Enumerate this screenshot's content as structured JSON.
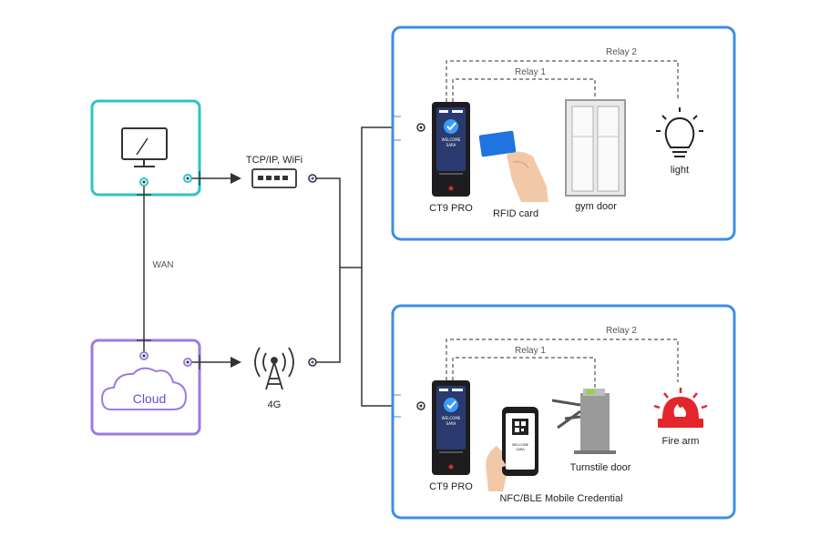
{
  "labels": {
    "router": "TCP/IP, WiFi",
    "wan": "WAN",
    "cloud": "Cloud",
    "tower": "4G",
    "relay2_top": "Relay 2",
    "relay1_top": "Relay 1",
    "device_top": "CT9 PRO",
    "rfid": "RFID card",
    "gym_door": "gym door",
    "light": "light",
    "relay2_bottom": "Relay 2",
    "relay1_bottom": "Relay 1",
    "device_bottom": "CT9 PRO",
    "nfc": "NFC/BLE Mobile Credential",
    "turnstile": "Turnstile door",
    "fire": "Fire arm"
  },
  "screen": {
    "badge": "WELCOME",
    "name": "SARA"
  },
  "colors": {
    "monitor_box": "#2ec4c6",
    "cloud_box": "#9b7be3",
    "panel_border": "#3f8ee6",
    "line": "#333333",
    "alarm": "#e3262b"
  }
}
